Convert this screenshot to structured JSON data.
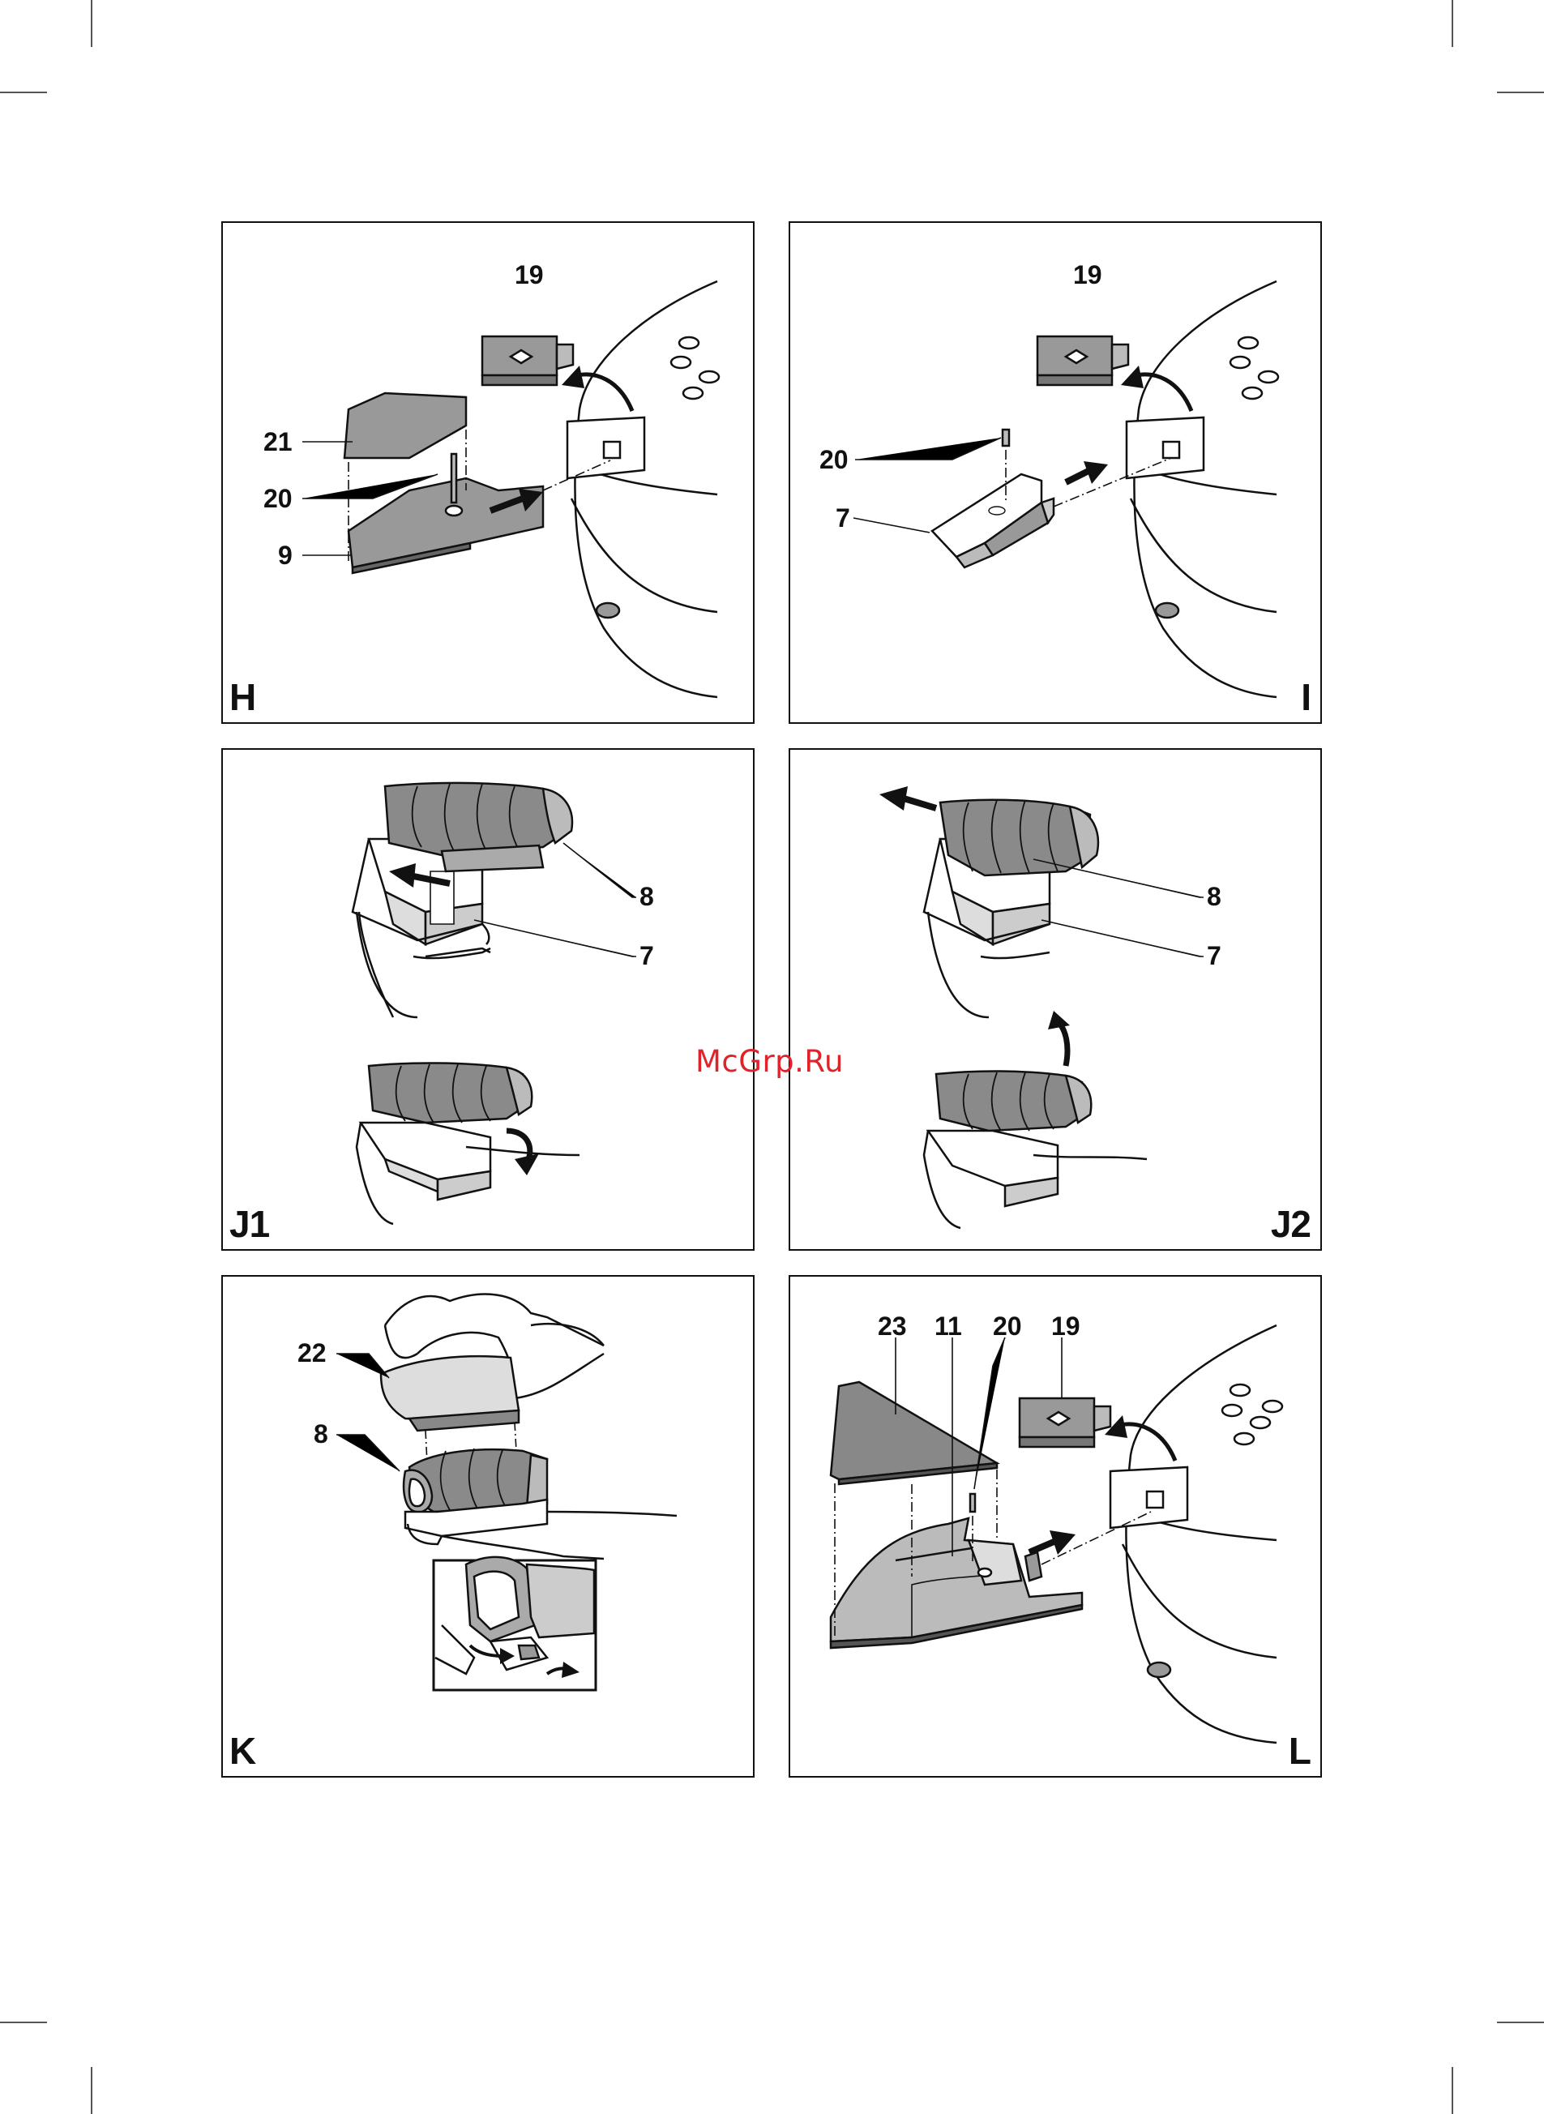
{
  "panels": {
    "h": {
      "label": "H",
      "callouts": [
        "19",
        "21",
        "20",
        "9"
      ]
    },
    "i": {
      "label": "I",
      "callouts": [
        "19",
        "20",
        "7"
      ]
    },
    "j1": {
      "label": "J1",
      "callouts": [
        "8",
        "7"
      ]
    },
    "j2": {
      "label": "J2",
      "callouts": [
        "8",
        "7"
      ]
    },
    "k": {
      "label": "K",
      "callouts": [
        "22",
        "8"
      ]
    },
    "l": {
      "label": "L",
      "callouts": [
        "23",
        "11",
        "20",
        "19"
      ]
    }
  },
  "watermark": "McGrp.Ru",
  "colors": {
    "line": "#111111",
    "part_fill": "#9a9a9a",
    "part_light": "#cccccc",
    "watermark": "#e0232b"
  }
}
